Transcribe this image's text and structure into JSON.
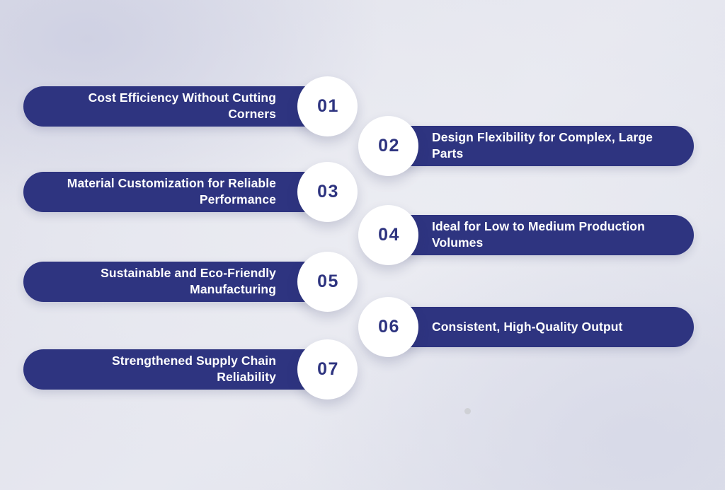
{
  "theme": {
    "pill_color": "#2e3480",
    "pill_text_color": "#ffffff",
    "circle_color": "#ffffff",
    "number_color": "#2e3480",
    "background_color": "#e2e3ec"
  },
  "items": [
    {
      "number": "01",
      "label": "Cost Efficiency Without Cutting Corners",
      "side": "left"
    },
    {
      "number": "02",
      "label": "Design Flexibility for Complex, Large Parts",
      "side": "right"
    },
    {
      "number": "03",
      "label": "Material Customization for Reliable Performance",
      "side": "left"
    },
    {
      "number": "04",
      "label": "Ideal for Low to Medium Production Volumes",
      "side": "right"
    },
    {
      "number": "05",
      "label": "Sustainable and Eco-Friendly Manufacturing",
      "side": "left"
    },
    {
      "number": "06",
      "label": "Consistent, High-Quality Output",
      "side": "right"
    },
    {
      "number": "07",
      "label": "Strengthened Supply Chain Reliability",
      "side": "left"
    }
  ]
}
